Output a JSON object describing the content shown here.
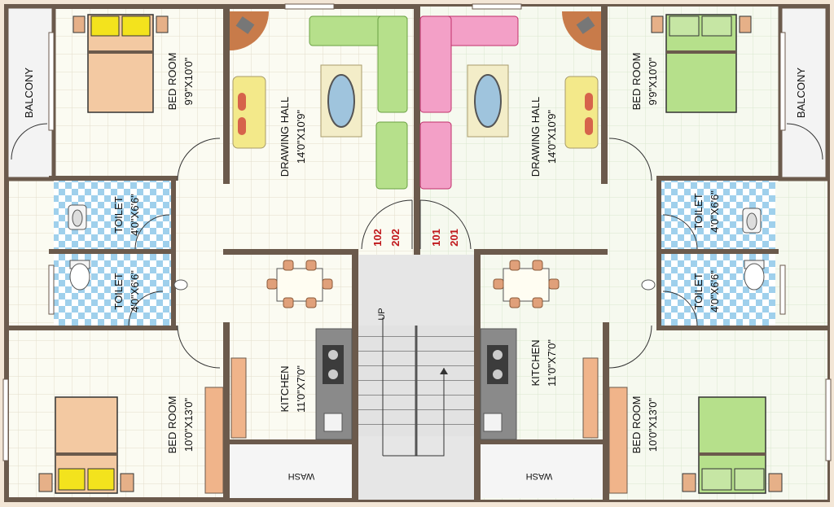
{
  "plan": {
    "left_balcony": "BALCONY",
    "left_bed_top": {
      "name": "BED ROOM",
      "size": "9'9\"X10'0\""
    },
    "left_hall": {
      "name": "DRAWING HALL",
      "size": "14'0\"X10'9\""
    },
    "right_hall": {
      "name": "DRAWING HALL",
      "size": "14'0\"X10'9\""
    },
    "right_bed_top": {
      "name": "BED ROOM",
      "size": "9'9\"X10'0\""
    },
    "right_balcony": "BALCONY",
    "left_toilet_1": {
      "name": "TOILET",
      "size": "4'0\"X6'6\""
    },
    "left_toilet_2": {
      "name": "TOILET",
      "size": "4'0\"X6'6\""
    },
    "right_toilet_1": {
      "name": "TOILET",
      "size": "4'0\"X6'6\""
    },
    "right_toilet_2": {
      "name": "TOILET",
      "size": "4'0\"X6'6\""
    },
    "unit_left_1": "102",
    "unit_left_2": "202",
    "unit_right_1": "101",
    "unit_right_2": "201",
    "stair": "UP",
    "left_kitchen": {
      "name": "KITCHEN",
      "size": "11'0\"X7'0\""
    },
    "right_kitchen": {
      "name": "KITCHEN",
      "size": "11'0\"X7'0\""
    },
    "left_bed_bottom": {
      "name": "BED ROOM",
      "size": "10'0\"X13'0\""
    },
    "right_bed_bottom": {
      "name": "BED ROOM",
      "size": "10'0\"X13'0\""
    },
    "left_wash": "WASH",
    "right_wash": "WASH"
  },
  "colors": {
    "wall": "#6b5a4c",
    "floor": "#fbfbf2",
    "tile": "#a8d6ee",
    "sofa_green": "#b6e08b",
    "sofa_pink": "#f3a0c7",
    "bed_left": "#f3c9a2",
    "bed_right": "#b6e08b",
    "pillow": "#f3e31d",
    "unit_number": "#c0171b"
  }
}
